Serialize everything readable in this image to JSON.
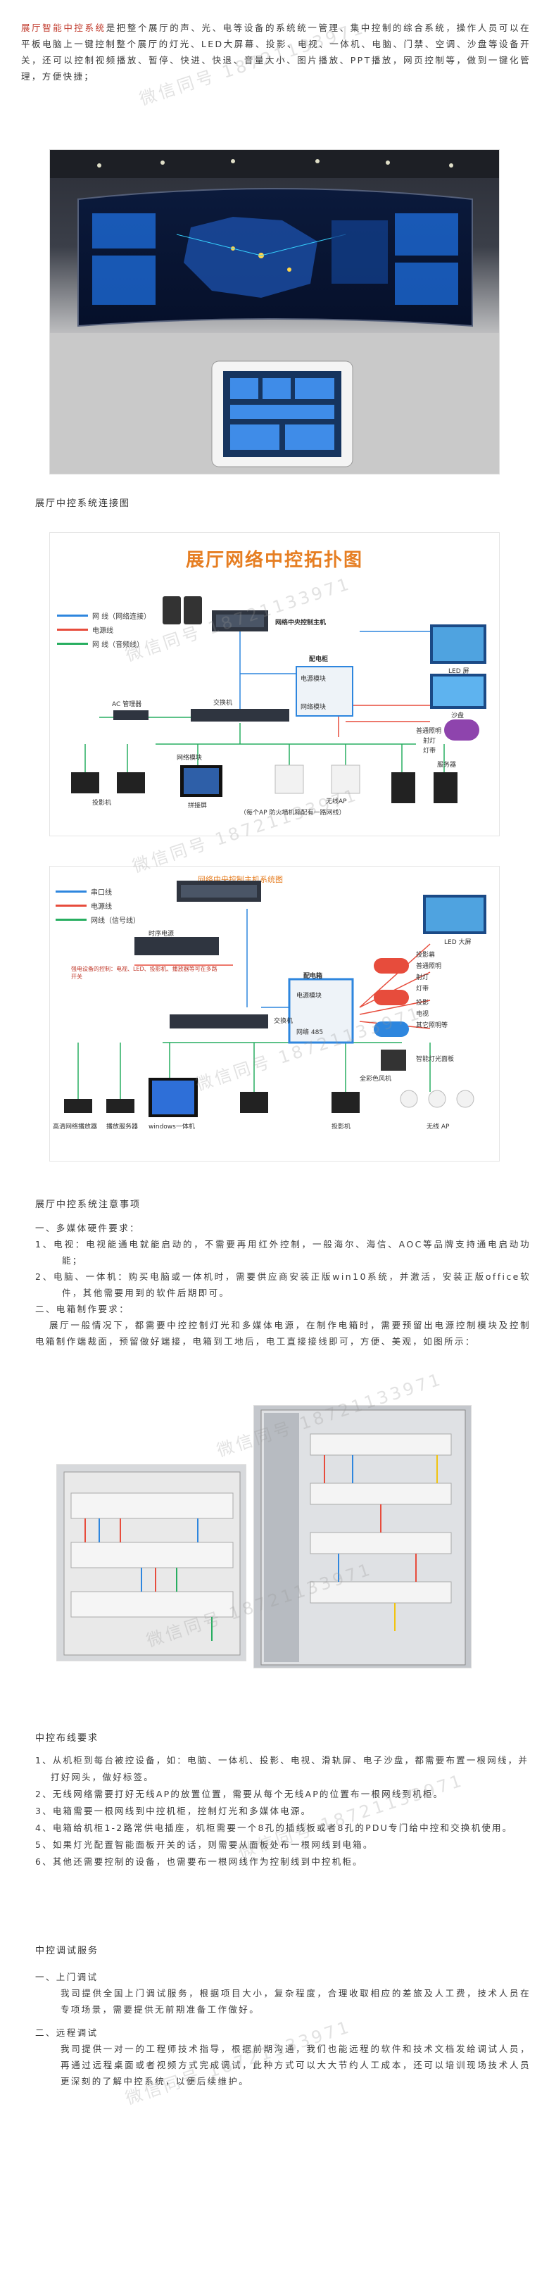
{
  "intro": {
    "highlight": "展厅智能中控系统",
    "text": "是把整个展厅的声、光、电等设备的系统统一管理、集中控制的综合系统，操作人员可以在平板电脑上一键控制整个展厅的灯光、LED大屏幕、投影、电视、一体机、电脑、门禁、空调、沙盘等设备开关，还可以控制视频播放、暂停、快进、快退、音量大小、图片播放、PPT播放，网页控制等，做到一键化管理，方便快捷；"
  },
  "topology_heading": "展厅中控系统连接图",
  "diagram1": {
    "title": "展厅网络中控拓扑图",
    "legend": [
      {
        "label": "网  线（网络连接）",
        "color": "#2e86de"
      },
      {
        "label": "电源线",
        "color": "#e74c3c"
      },
      {
        "label": "网  线（音频线）",
        "color": "#27ae60"
      }
    ],
    "host": "网络中央控制主机",
    "power_box": "配电柜",
    "power_module": "电源模块",
    "net_module": "网络模块",
    "ac_manager": "AC 管理器",
    "switch": "交换机",
    "led": "LED 屏",
    "sandbox": "沙盘",
    "lights": [
      "普通照明",
      "射灯",
      "灯带"
    ],
    "network_module": "网络模块",
    "projector": "投影机",
    "splice": "拼接屏",
    "ap": "无线AP",
    "ap_note": "（每个AP 防火墙机箱配有一路网线）",
    "server": "服务器"
  },
  "diagram2": {
    "title": "网络中央控制主机系统图",
    "legend": [
      {
        "label": "串口线",
        "color": "#2e86de"
      },
      {
        "label": "电源线",
        "color": "#e74c3c"
      },
      {
        "label": "网线（信号线）",
        "color": "#27ae60"
      }
    ],
    "timing": "时序电源",
    "timing_note": "强电设备的控制：电视、LED、投影机、播放器等可在多路开关",
    "switch": "交换机",
    "power_box": "配电箱",
    "power_module": "电源模块",
    "net_module": "网络 485",
    "led": "LED 大屏",
    "projector_screen": "投影幕",
    "lights_label": "普通照明",
    "lights": [
      "射灯",
      "灯带"
    ],
    "proj_ctrl": "投影",
    "tv": "电视",
    "other_light": "其它照明等",
    "fan": "全彩色风机",
    "panel": "智能灯光面板",
    "bottom": [
      "高清网络播放器",
      "播放服务器",
      "windows一体机",
      "投影机",
      "无线 AP"
    ]
  },
  "notes": {
    "heading": "展厅中控系统注意事项",
    "s1": "一、多媒体硬件要求：",
    "s1_items": [
      "1、电视：电视能通电就能启动的，不需要再用红外控制，一般海尔、海信、AOC等品牌支持通电启动功能；",
      "2、电脑、一体机：购买电脑或一体机时，需要供应商安装正版win10系统，并激活，安装正版office软件，其他需要用到的软件后期即可。"
    ],
    "s2": "二、电箱制作要求：",
    "s2_text": "展厅一般情况下，都需要中控控制灯光和多媒体电源，在制作电箱时，需要预留出电源控制模块及控制电箱制作端裁面，预留做好端接，电箱到工地后，电工直接接线即可，方便、美观，如图所示："
  },
  "wiring": {
    "heading": "中控布线要求",
    "items": [
      "1、从机柜到每台被控设备，如：电脑、一体机、投影、电视、滑轨屏、电子沙盘，都需要布置一根网线，并打好网头，做好标签。",
      "2、无线网络需要打好无线AP的放置位置，需要从每个无线AP的位置布一根网线到机柜。",
      "3、电箱需要一根网线到中控机柜，控制灯光和多媒体电源。",
      "4、电箱给机柜1-2路常供电插座，机柜需要一个8孔的插线板或者8孔的PDU专门给中控和交换机使用。",
      "5、如果灯光配置智能面板开关的话，则需要从面板处布一根网线到电箱。",
      "6、其他还需要控制的设备，也需要布一根网线作为控制线到中控机柜。"
    ]
  },
  "debug": {
    "heading": "中控调试服务",
    "s1": "一、上门调试",
    "s1_text": "我司提供全国上门调试服务，根据项目大小，复杂程度，合理收取相应的差旅及人工费，技术人员在专项场景，需要提供无前期准备工作做好。",
    "s2": "二、远程调试",
    "s2_text": "我司提供一对一的工程师技术指导，根据前期沟通，我们也能远程的软件和技术文档发给调试人员，再通过远程桌面或者视频方式完成调试，此种方式可以大大节约人工成本，还可以培训现场技术人员更深刻的了解中控系统，以便后续维护。"
  },
  "watermark": "微信同号 18721133971",
  "colors": {
    "highlight": "#c0392b",
    "orange": "#e67e22",
    "blue": "#2e86de",
    "green": "#27ae60",
    "red": "#e74c3c"
  }
}
